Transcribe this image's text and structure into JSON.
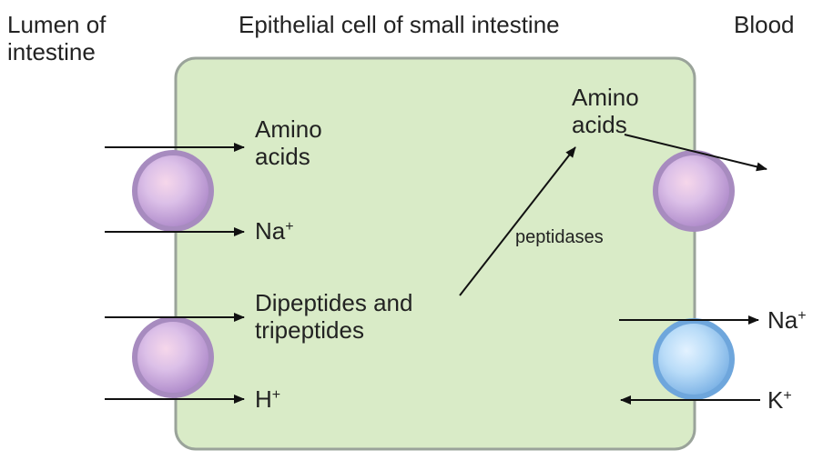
{
  "title": "Epithelial cell of small intestine",
  "lumen_label": {
    "line1": "Lumen of",
    "line2": "intestine"
  },
  "blood_label": "Blood",
  "left_side": {
    "amino_acids": {
      "line1": "Amino",
      "line2": "acids"
    },
    "na": {
      "symbol": "Na",
      "charge": "+"
    },
    "peptides": {
      "line1": "Dipeptides and",
      "line2": "tripeptides"
    },
    "h": {
      "symbol": "H",
      "charge": "+"
    }
  },
  "center": {
    "enzyme": "peptidases",
    "product": {
      "line1": "Amino",
      "line2": "acids"
    }
  },
  "right_side": {
    "na": {
      "symbol": "Na",
      "charge": "+"
    },
    "k": {
      "symbol": "K",
      "charge": "+"
    }
  },
  "colors": {
    "cell_fill": "#d9ebc7",
    "cell_border": "#9aa39a",
    "symporter_purple": "#c9a8dc",
    "pump_blue": "#9fcaf0",
    "arrow": "#111111"
  }
}
